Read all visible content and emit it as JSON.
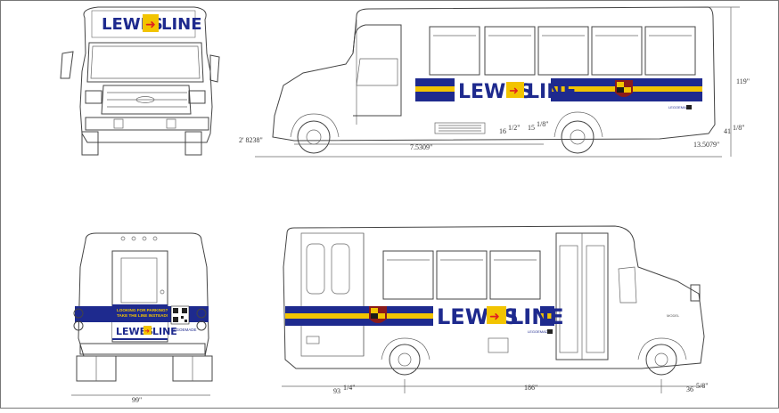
{
  "brand": {
    "name_left": "LEWES",
    "name_right": "LINE",
    "arrow": "➜",
    "navy": "#1e2a8e",
    "gold": "#f2c400",
    "red": "#e02020",
    "icon": "arrow-right-icon"
  },
  "rear_panel": {
    "line1": "LOOKING FOR PARKING?",
    "line2": "TAKE THE LINE INSTEAD!",
    "url": "LEGOEMADE"
  },
  "side_small_text": "LEGOEMADE",
  "dimensions": {
    "side_top_front_clearance": "2' 8238\"",
    "side_top_wheelbase_partial": "7.5309\"",
    "side_top_step": "16",
    "side_top_step_frac": "1/2\"",
    "side_top_step2": "15",
    "side_top_step2_frac": "1/8\"",
    "side_top_rear_clearance": "13.5079\"",
    "side_top_rear_height": "41",
    "side_top_rear_height_frac": "1/8\"",
    "side_top_total_height": "119\"",
    "side_bottom_front_overhang": "93",
    "side_bottom_front_overhang_frac": "1/4\"",
    "side_bottom_wheelbase": "186\"",
    "side_bottom_rear_overhang": "36",
    "side_bottom_rear_overhang_frac": "5/8\"",
    "rear_width": "99\"",
    "side_small_emblem": "MODEL"
  }
}
